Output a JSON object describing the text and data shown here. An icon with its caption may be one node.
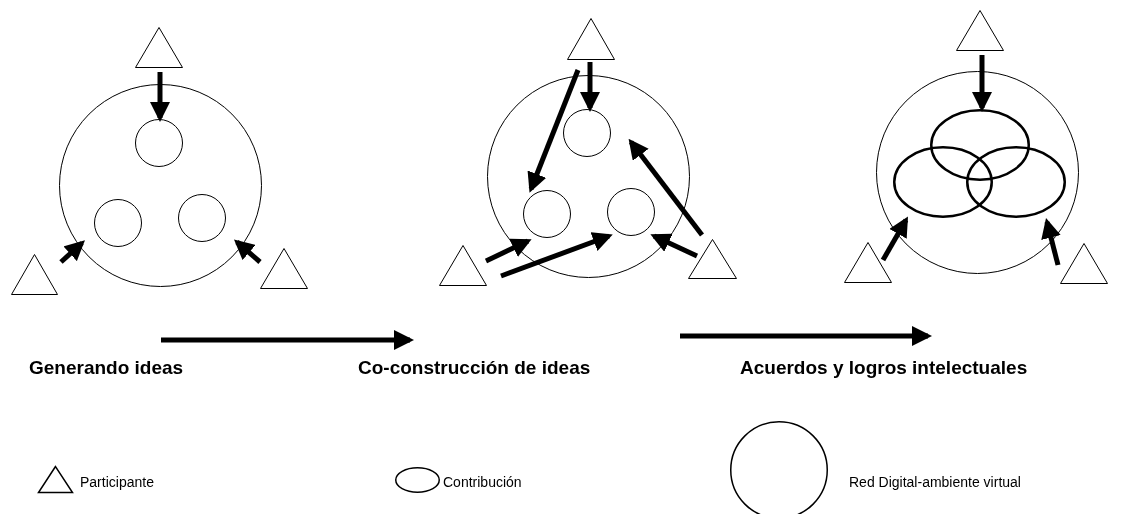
{
  "diagram": {
    "nodes": [
      {
        "text": [],
        "shape": "triangle"
      },
      {
        "text": [],
        "shape": "circle"
      },
      {
        "text": [],
        "shape": "circle",
        "in": 1
      },
      {
        "text": [],
        "shape": "circle",
        "in": 1
      },
      {
        "text": [],
        "shape": "circle",
        "in": 1
      },
      {
        "text": [],
        "shape": "triangle"
      },
      {
        "text": [],
        "shape": "triangle"
      },
      {
        "text": [],
        "shape": "triangle"
      },
      {
        "text": [],
        "shape": "circle"
      },
      {
        "text": [],
        "shape": "circle",
        "in": 8
      },
      {
        "text": [],
        "shape": "circle",
        "in": 8
      },
      {
        "text": [],
        "shape": "circle",
        "in": 8
      },
      {
        "text": [],
        "shape": "triangle"
      },
      {
        "text": [],
        "shape": "triangle"
      },
      {
        "text": [],
        "shape": "triangle"
      },
      {
        "text": [],
        "shape": "circle"
      },
      {
        "text": [],
        "shape": "ellipse",
        "in": 15
      },
      {
        "text": [],
        "shape": "ellipse",
        "in": 15
      },
      {
        "text": [],
        "shape": "ellipse",
        "in": 15
      },
      {
        "text": [],
        "shape": "triangle"
      },
      {
        "text": [],
        "shape": "triangle"
      },
      {
        "text": [
          "Generando ideas"
        ]
      },
      {
        "text": [
          "Co-construcción de ideas"
        ]
      },
      {
        "text": [
          "Acuerdos y logros intelectuales"
        ]
      }
    ],
    "edges": [
      {
        "from": 0,
        "to": 2,
        "arrow": "to"
      },
      {
        "from": 5,
        "to": 1,
        "arrow": "to"
      },
      {
        "from": 6,
        "to": 1,
        "arrow": "to"
      },
      {
        "from": 7,
        "to": 9,
        "arrow": "to"
      },
      {
        "from": 7,
        "to": 10,
        "arrow": "to"
      },
      {
        "from": 12,
        "to": 10,
        "arrow": "to"
      },
      {
        "from": 12,
        "to": 11,
        "arrow": "to"
      },
      {
        "from": 13,
        "to": 11,
        "arrow": "to"
      },
      {
        "from": 13,
        "to": 9,
        "arrow": "to"
      },
      {
        "from": 14,
        "to": 16,
        "arrow": "to"
      },
      {
        "from": 19,
        "to": 17,
        "arrow": "to"
      },
      {
        "from": 20,
        "to": 18,
        "arrow": "to"
      }
    ],
    "legend": [
      {
        "text": "Participante"
      },
      {
        "text": "Contribución"
      },
      {
        "text": "Red Digital-ambiente virtual"
      }
    ]
  }
}
